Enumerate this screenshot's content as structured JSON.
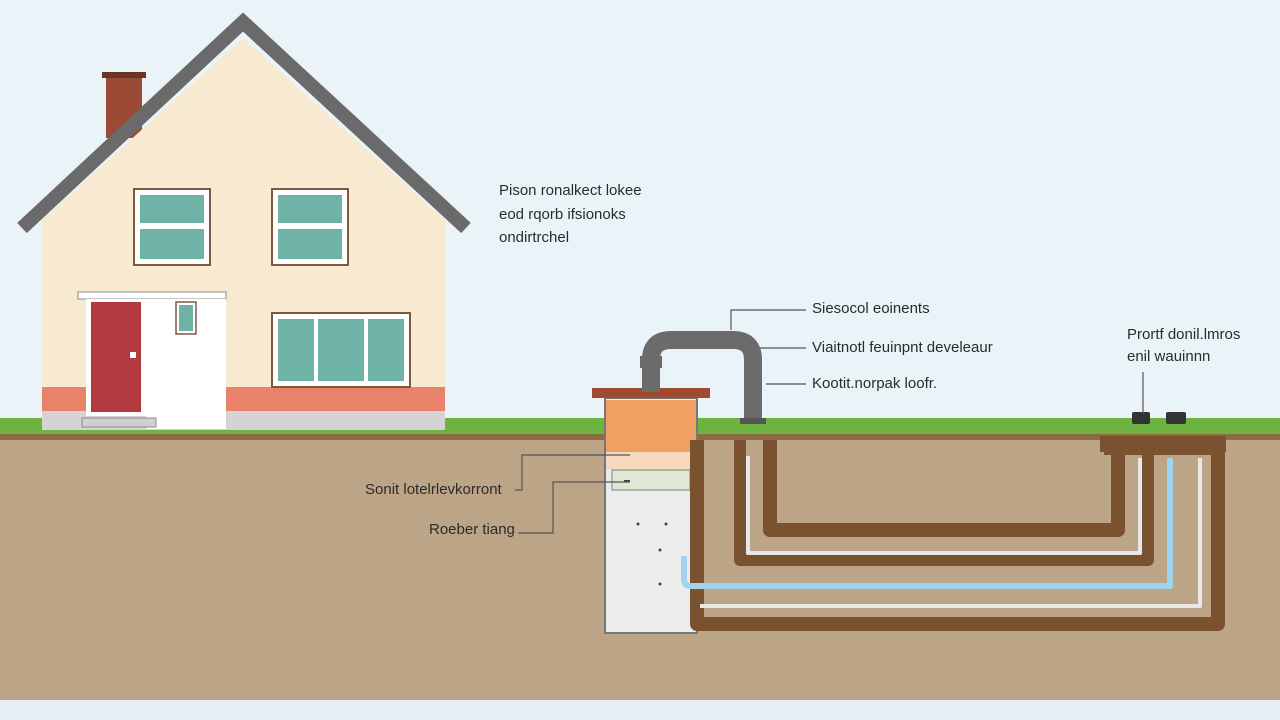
{
  "colors": {
    "sky": "#eaf3f8",
    "ground": "#bca487",
    "grass": "#6db33f",
    "house_wall": "#f8ead0",
    "roof_edge": "#6a6a6a",
    "door": "#b13a3f",
    "window_glass": "#6fb3a7",
    "base_stripe": "#e8826a",
    "tank_fill_top": "#f0a060",
    "pipe_gray": "#6b6b6b",
    "water_pipe": "#9fd3ee"
  },
  "labels": {
    "house_note": [
      "Pison ronalkect lokee",
      "eod rqorb ifsionoks",
      "ondirtrchel"
    ],
    "top_right_note": [
      "Prortf donil.lmros",
      "enil wauinnn"
    ],
    "pipe_callouts": [
      "Siesocol eoinents",
      "Viaitnotl feuinpnt develeaur",
      "Kootit.norpak loofr."
    ],
    "tank_callouts": [
      "Sonit lotelrlevkorront",
      "Roeber tiang"
    ]
  }
}
